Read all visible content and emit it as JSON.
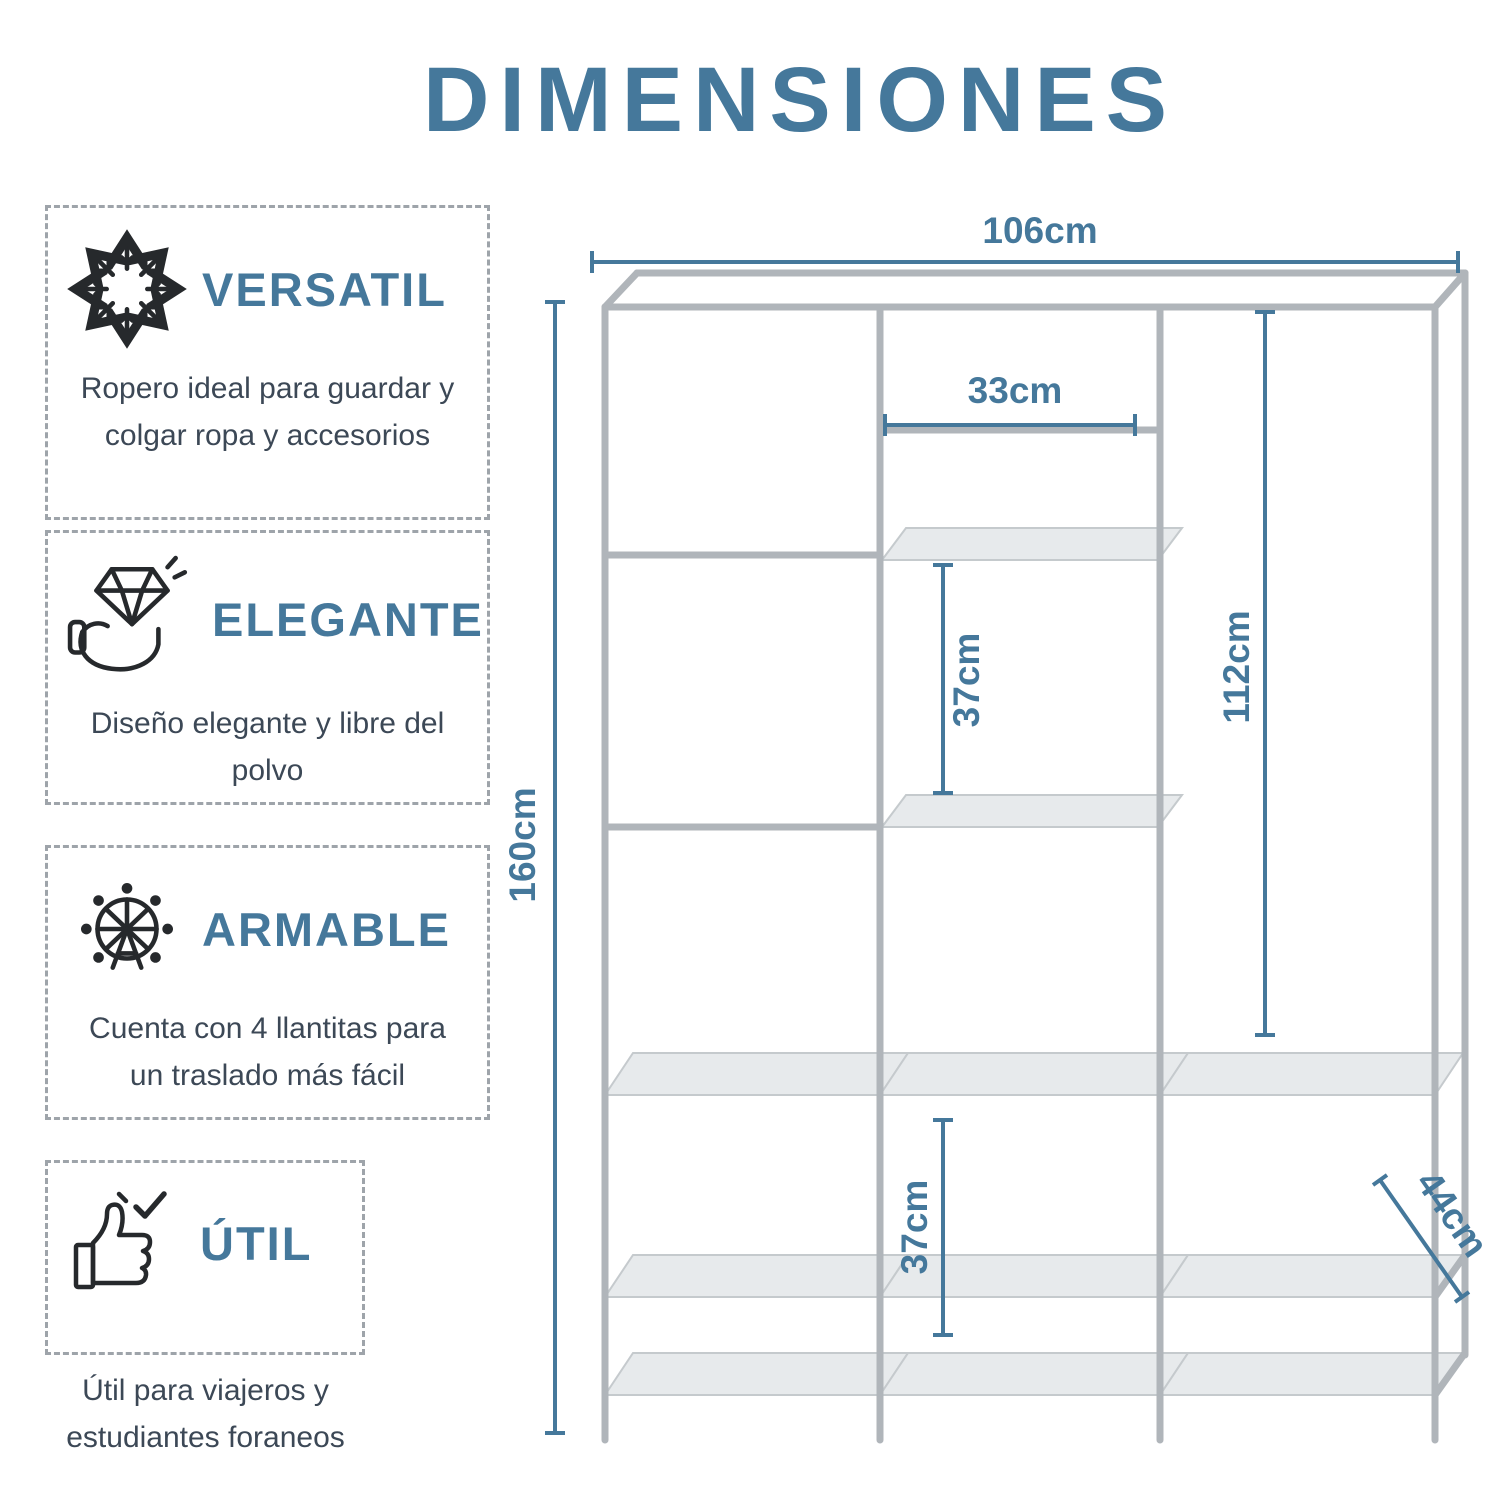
{
  "title": "DIMENSIONES",
  "accent_color": "#45789B",
  "features": [
    {
      "id": "versatil",
      "title": "VERSATIL",
      "description": "Ropero ideal para guardar y colgar ropa y accesorios",
      "icon": "expand-arrows-icon"
    },
    {
      "id": "elegante",
      "title": "ELEGANTE",
      "description": "Diseño elegante y libre del polvo",
      "icon": "diamond-hand-icon"
    },
    {
      "id": "armable",
      "title": "ARMABLE",
      "description": "Cuenta con 4 llantitas para un traslado más fácil",
      "icon": "wheel-icon"
    },
    {
      "id": "util",
      "title": "ÚTIL",
      "description": "Útil para viajeros y estudiantes foraneos",
      "icon": "thumbs-up-icon"
    }
  ],
  "dimensions": {
    "total_width": "106cm",
    "middle_section_width": "33cm",
    "middle_shelf_spacing": "37cm",
    "side_hanging_height": "112cm",
    "total_height": "160cm",
    "lower_shelf_spacing": "37cm",
    "depth": "44cm"
  }
}
